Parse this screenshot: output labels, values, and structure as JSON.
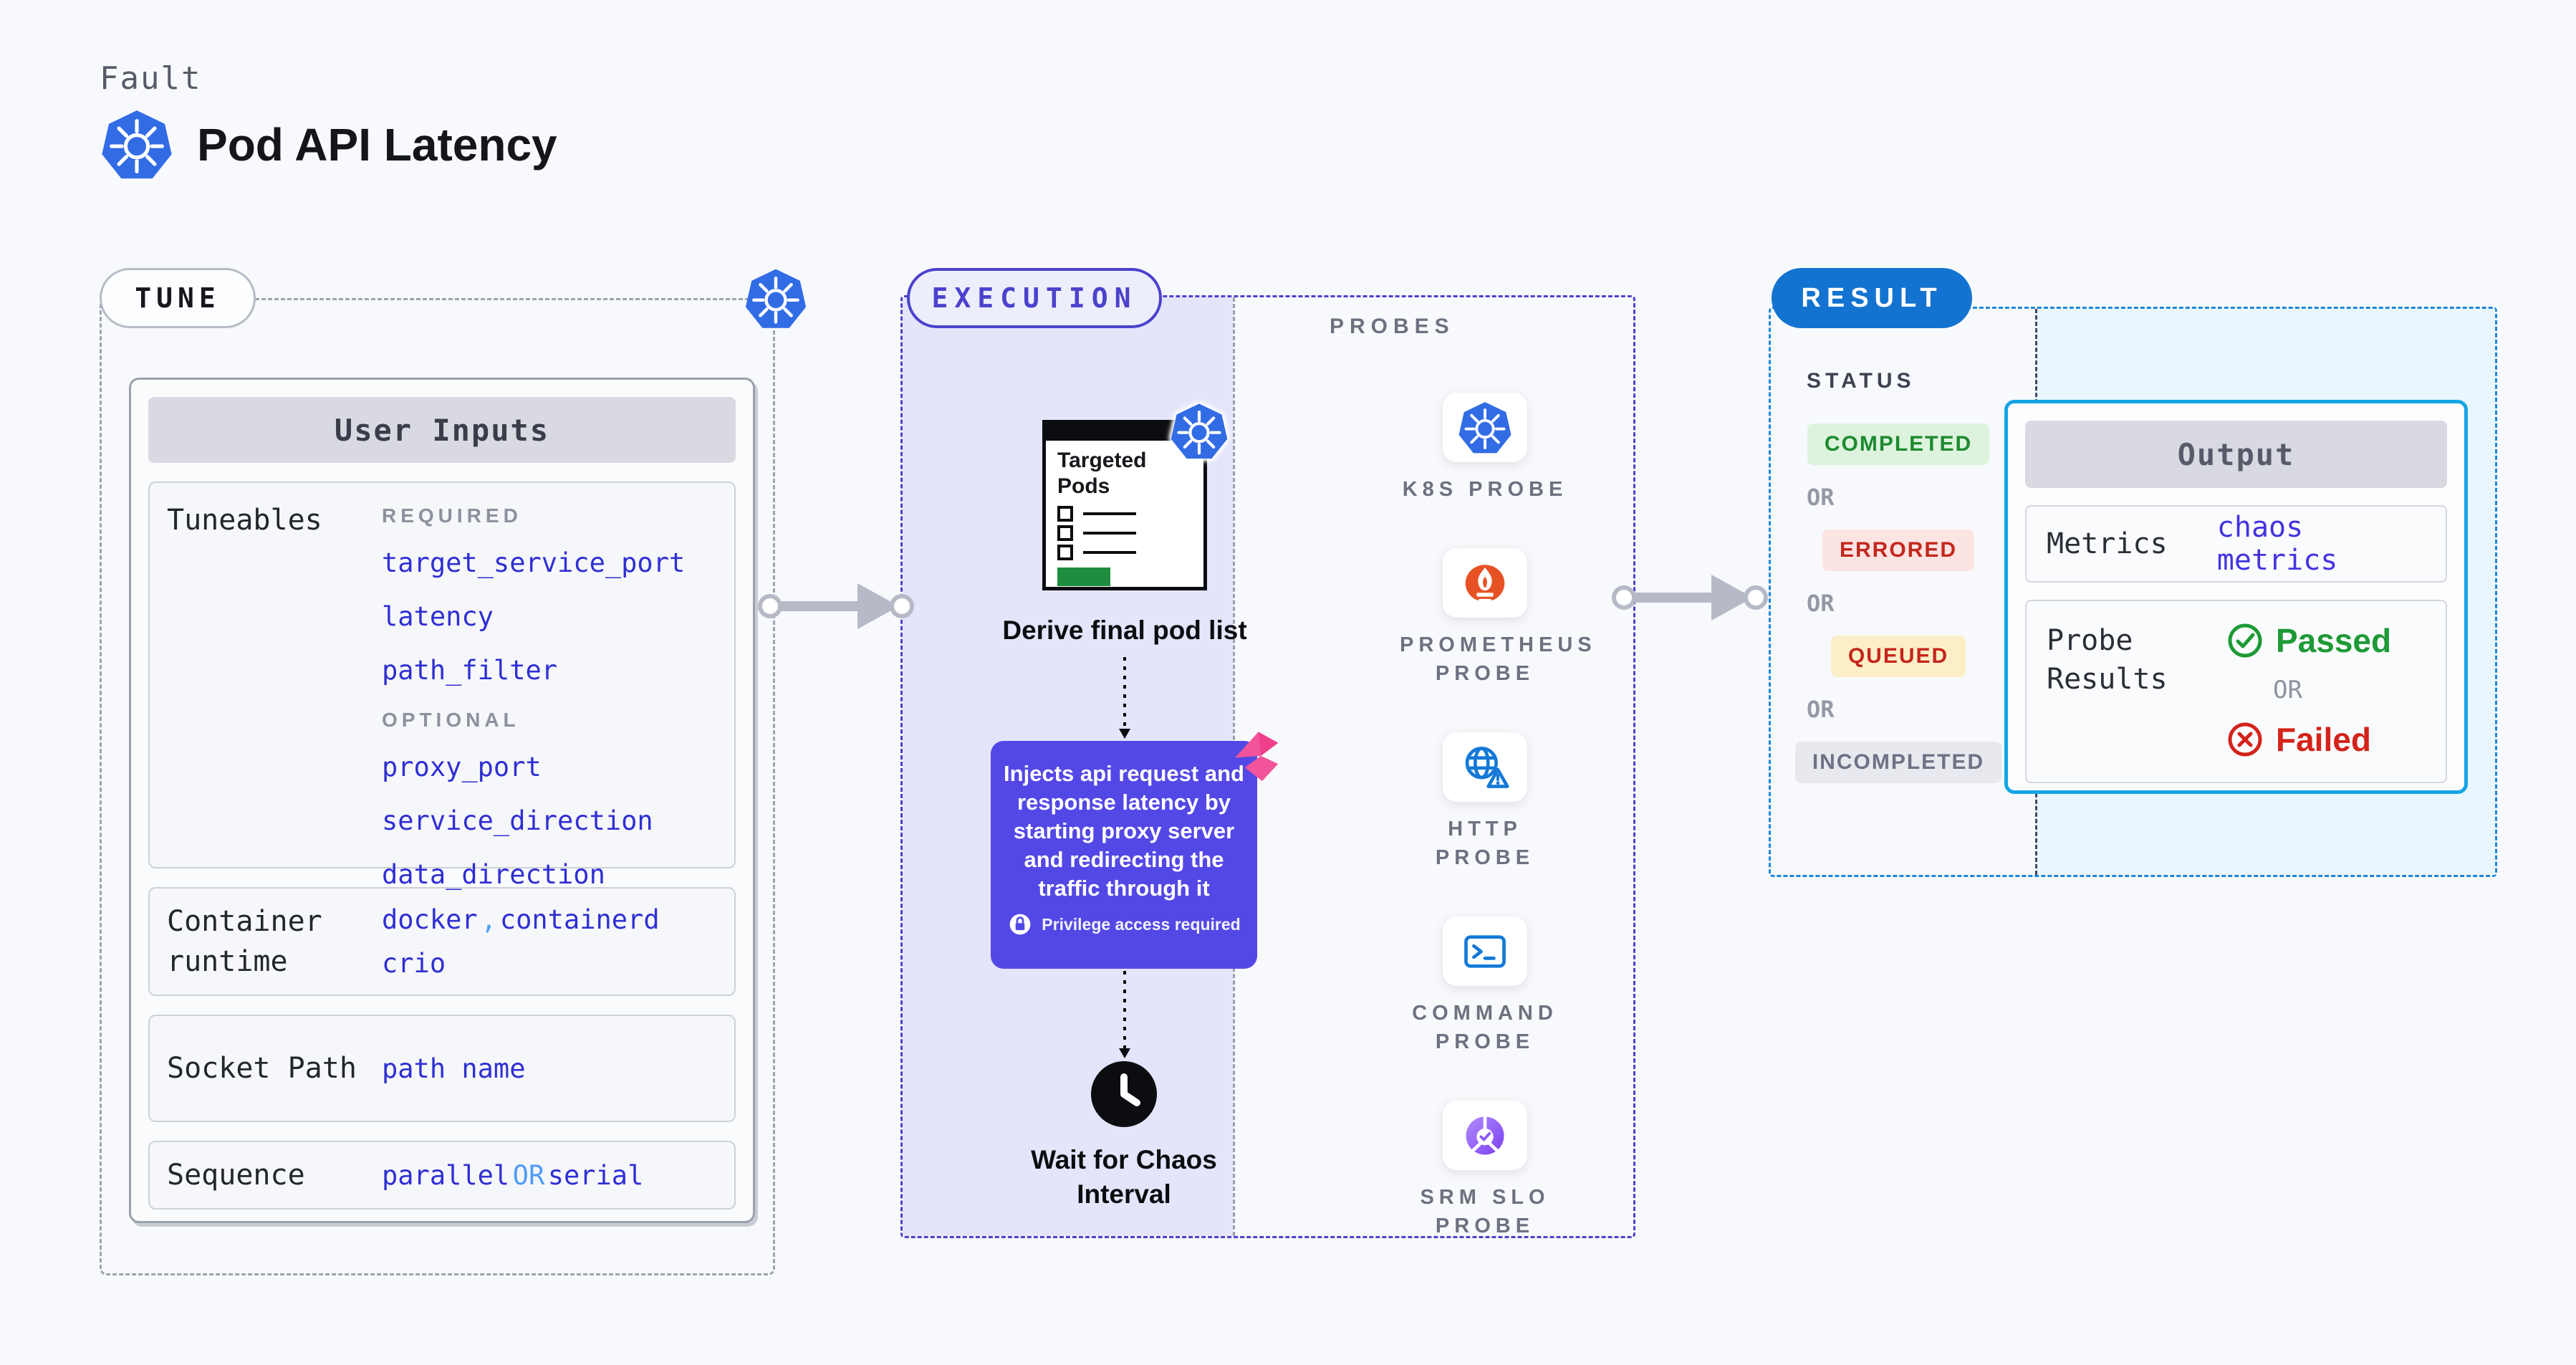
{
  "header": {
    "fault_label": "Fault",
    "title": "Pod API Latency"
  },
  "tune": {
    "badge": "TUNE",
    "user_inputs_title": "User Inputs",
    "tuneables": {
      "label": "Tuneables",
      "required_label": "REQUIRED",
      "required": [
        "target_service_port",
        "latency",
        "path_filter"
      ],
      "optional_label": "OPTIONAL",
      "optional": [
        "proxy_port",
        "service_direction",
        "data_direction"
      ]
    },
    "container_runtime": {
      "label": "Container runtime",
      "value_1": "docker",
      "comma": ",",
      "value_2": "containerd",
      "value_3": "crio"
    },
    "socket_path": {
      "label": "Socket Path",
      "value": "path name"
    },
    "sequence": {
      "label": "Sequence",
      "value_a": "parallel",
      "or": "OR",
      "value_b": "serial"
    }
  },
  "execution": {
    "badge": "EXECUTION",
    "targeted_pods_title": "Targeted Pods",
    "derive_caption": "Derive final pod list",
    "inject_text": "Injects api request and response latency by starting proxy server and redirecting the traffic through it",
    "privilege_note": "Privilege access required",
    "wait_caption": "Wait for Chaos Interval"
  },
  "probes": {
    "label": "PROBES",
    "items": [
      {
        "icon": "k8s-icon",
        "label": "K8S PROBE"
      },
      {
        "icon": "prometheus-icon",
        "label": "PROMETHEUS PROBE"
      },
      {
        "icon": "http-icon",
        "label": "HTTP PROBE"
      },
      {
        "icon": "command-icon",
        "label": "COMMAND PROBE"
      },
      {
        "icon": "srm-slo-icon",
        "label": "SRM SLO PROBE"
      }
    ]
  },
  "result": {
    "badge": "RESULT",
    "status_label": "STATUS",
    "or_label": "OR",
    "statuses": [
      {
        "label": "COMPLETED",
        "bg": "#ddf3de",
        "fg": "#1d8a2f"
      },
      {
        "label": "ERRORED",
        "bg": "#fbe4e2",
        "fg": "#c3281d"
      },
      {
        "label": "QUEUED",
        "bg": "#fcefc7",
        "fg": "#c5251c"
      },
      {
        "label": "INCOMPLETED",
        "bg": "#e8e9ef",
        "fg": "#6d7284"
      }
    ],
    "output": {
      "title": "Output",
      "metrics_label": "Metrics",
      "metrics_value": "chaos metrics",
      "probe_results_label": "Probe Results",
      "passed_label": "Passed",
      "or_label": "OR",
      "failed_label": "Failed"
    }
  },
  "colors": {
    "background": "#f8f9fc",
    "kubernetes_blue": "#326CE5",
    "tune_dash": "#9da3af",
    "execution_accent": "#4b42cc",
    "execution_fill": "#e4e5fb",
    "inject_purple": "#5348e5",
    "chaos_pink": "#f2549b",
    "result_blue": "#1273d0",
    "output_border_cyan": "#14a5e3",
    "result_fill_cyan": "#e9f6fd",
    "value_indigo": "#2f2fd4",
    "passed_green": "#1d9a35",
    "failed_red": "#d3231a",
    "targeted_green": "#1e8e3e",
    "prometheus_orange": "#e75225"
  }
}
